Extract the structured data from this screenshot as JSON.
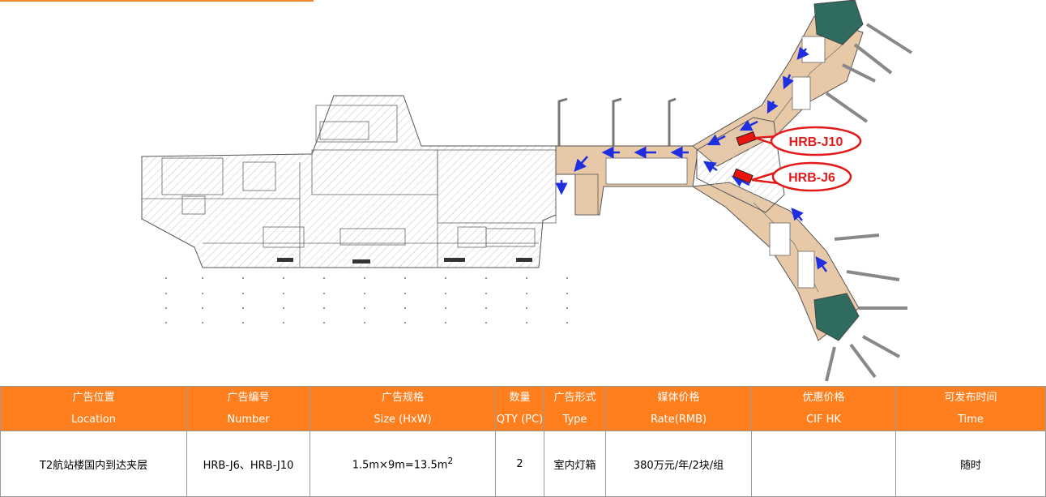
{
  "map": {
    "callouts": [
      {
        "id": "j10",
        "label": "HRB-J10"
      },
      {
        "id": "j6",
        "label": "HRB-J6"
      }
    ],
    "colors": {
      "callout_fill": "#ffffff",
      "callout_border": "#e21a1a",
      "callout_text": "#e21a1a",
      "billboard": "#e8140f",
      "corridor": "#e7c9a8",
      "gate_room": "#2f6b5e",
      "arrows": "#1f2fe0",
      "hatch": "#bdbdbd"
    }
  },
  "table": {
    "headers": [
      {
        "zh": "广告位置",
        "en": "Location"
      },
      {
        "zh": "广告编号",
        "en": "Number"
      },
      {
        "zh": "广告规格",
        "en": "Size (HxW)"
      },
      {
        "zh": "数量",
        "en": "QTY (PC)"
      },
      {
        "zh": "广告形式",
        "en": "Type"
      },
      {
        "zh": "媒体价格",
        "en": "Rate(RMB)"
      },
      {
        "zh": "优惠价格",
        "en": "CIF HK"
      },
      {
        "zh": "可发布时间",
        "en": "Time"
      }
    ],
    "row": {
      "location": "T2航站楼国内到达夹层",
      "number": "HRB-J6、HRB-J10",
      "size_prefix": "1.5m×9m=13.5m",
      "size_sup": "2",
      "qty": "2",
      "type": "室内灯箱",
      "rate": "380万元/年/2块/组",
      "cif": "",
      "time": "随时"
    },
    "colors": {
      "header_bg": "#ff7f1e",
      "header_text": "#ffffff",
      "border": "#9a9a9a"
    }
  }
}
